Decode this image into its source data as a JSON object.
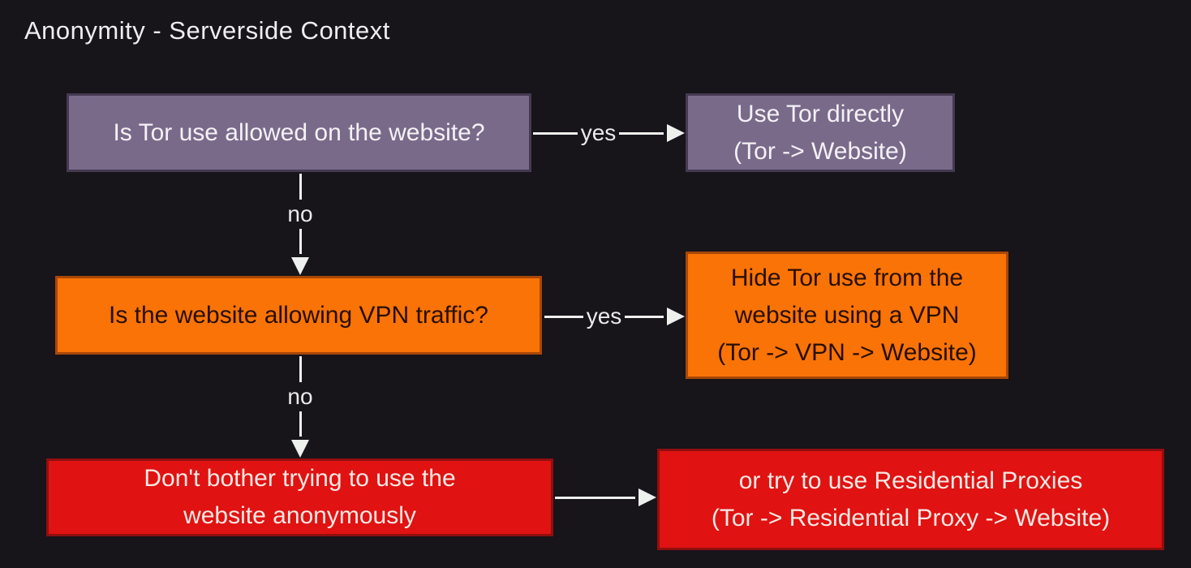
{
  "title": "Anonymity - Serverside Context",
  "colors": {
    "background": "#17141a",
    "purple_node": "#796a8a",
    "orange_node": "#f97306",
    "red_node": "#e01212",
    "arrow": "#eef0ee"
  },
  "nodes": {
    "q_tor": {
      "lines": [
        "Is Tor use allowed on the website?"
      ]
    },
    "a_tor": {
      "lines": [
        "Use Tor directly",
        "(Tor -> Website)"
      ]
    },
    "q_vpn": {
      "lines": [
        "Is the website allowing VPN traffic?"
      ]
    },
    "a_vpn": {
      "lines": [
        "Hide Tor use from the",
        "website using a VPN",
        "(Tor -> VPN -> Website)"
      ]
    },
    "q_giveup": {
      "lines": [
        "Don't bother trying to use the",
        "website anonymously"
      ]
    },
    "a_proxy": {
      "lines": [
        "or try to use Residential Proxies",
        "(Tor -> Residential Proxy -> Website)"
      ]
    }
  },
  "edges": {
    "yes_tor": {
      "label": "yes"
    },
    "no_tor": {
      "label": "no"
    },
    "yes_vpn": {
      "label": "yes"
    },
    "no_vpn": {
      "label": "no"
    }
  }
}
